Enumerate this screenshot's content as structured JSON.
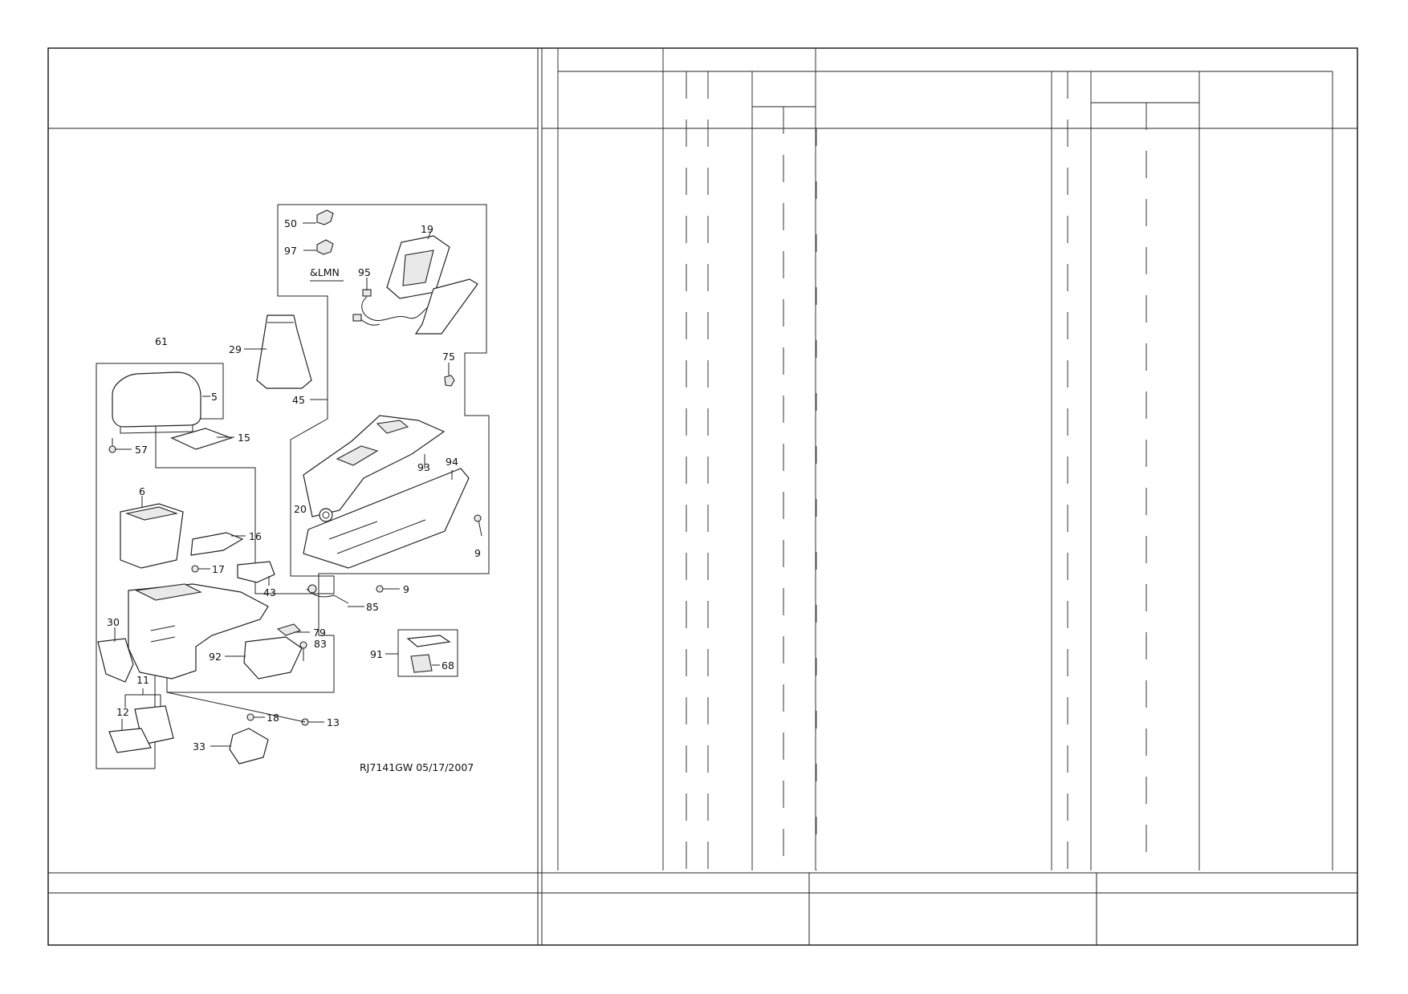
{
  "diagram": {
    "stamp": "RJ7141GW  05/17/2007",
    "callouts": {
      "c50": "50",
      "c97": "97",
      "c19": "19",
      "lmn": "&LMN",
      "c95": "95",
      "c61": "61",
      "c29": "29",
      "c75": "75",
      "c5": "5",
      "c45": "45",
      "c15": "15",
      "c57": "57",
      "c93": "93",
      "c94": "94",
      "c6": "6",
      "c20": "20",
      "c16": "16",
      "c9a": "9",
      "c17": "17",
      "c43": "43",
      "c9b": "9",
      "c85": "85",
      "c30": "30",
      "c79": "79",
      "c83": "83",
      "c91": "91",
      "c92": "92",
      "c68": "68",
      "c11": "11",
      "c12": "12",
      "c18": "18",
      "c13": "13",
      "c33": "33"
    }
  }
}
